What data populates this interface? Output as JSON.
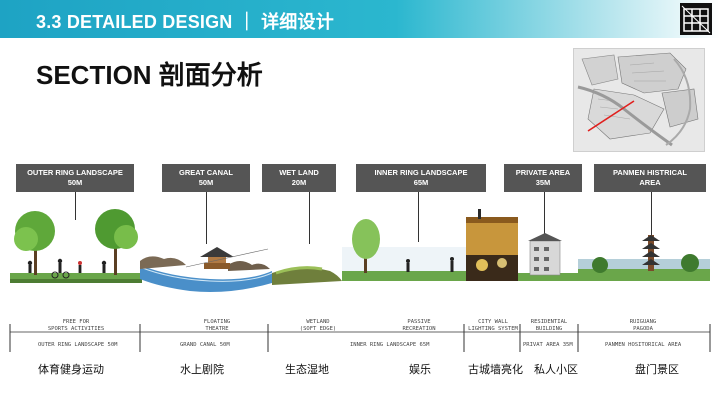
{
  "header": {
    "title": "3.3 DETAILED DESIGN ｜ 详细设计",
    "colors": {
      "band_start": "#1ea3c4",
      "band_end": "#ffffff"
    }
  },
  "section_title": "SECTION 剖面分析",
  "logo_icon": "building-grid-logo-icon",
  "zones": [
    {
      "line1": "OUTER RING LANDSCAPE",
      "line2": "50M"
    },
    {
      "line1": "GREAT CANAL",
      "line2": "50M"
    },
    {
      "line1": "WET  LAND",
      "line2": "20M"
    },
    {
      "line1": "INNER RING LANDSCAPE",
      "line2": "65M"
    },
    {
      "line1": "PRIVATE AREA",
      "line2": "35M"
    },
    {
      "line1": "PANMEN HISTRICAL",
      "line2": "AREA"
    }
  ],
  "annotations": [
    {
      "line1": "FREE FOR",
      "line2": "SPORTS ACTIVITIES"
    },
    {
      "line1": "FLOATING",
      "line2": "THEATRE"
    },
    {
      "line1": "WETLAND",
      "line2": "(SOFT EDGE)"
    },
    {
      "line1": "PASSIVE",
      "line2": "RECREATION"
    },
    {
      "line1": "CITY WALL",
      "line2": "LIGHTING SYSTEM"
    },
    {
      "line1": "RESIDENTIAL",
      "line2": "BUILDING"
    },
    {
      "line1": "RUIGUANG",
      "line2": "PAGODA"
    }
  ],
  "sub_labels": [
    "OUTER RING LANDSCAPE 50M",
    "GRAND CANAL 50M",
    "INNER RING LANDSCAPE 65M",
    "PRIVAT AREA 35M",
    "PANMEN HOSITORICAL AREA"
  ],
  "chinese_labels": [
    "体育健身运动",
    "水上剧院",
    "生态湿地",
    "娱乐",
    "古城墙亮化",
    "私人小区",
    "盘门景区"
  ],
  "colors": {
    "zone_box": "#555555",
    "water": "#4a8fc9",
    "grass": "#6aa64a",
    "wall": "#c8963c"
  }
}
